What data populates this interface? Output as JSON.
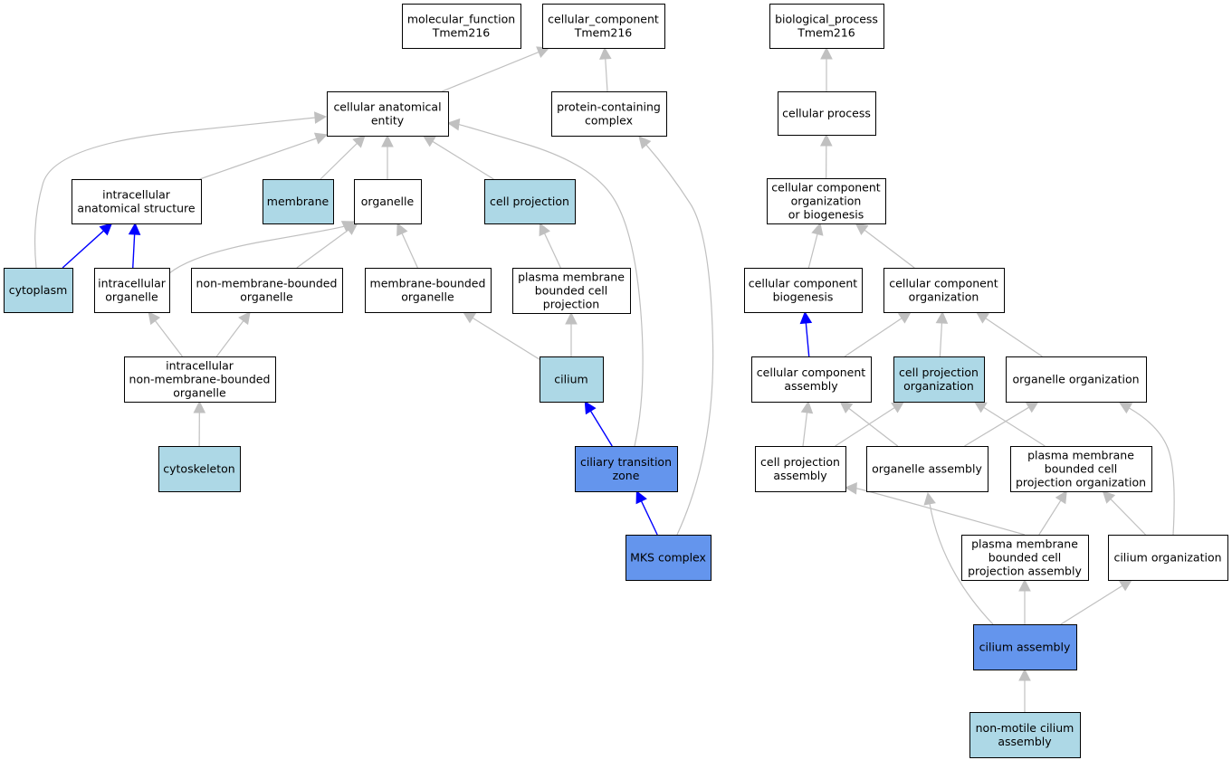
{
  "colors": {
    "plain": "#ffffff",
    "ancestor_annotated": "#add8e6",
    "direct_annotation": "#6495ed",
    "gray_edge": "#c0c0c0",
    "blue_edge": "#0000ff"
  },
  "nodes": {
    "mf_root": {
      "lines": [
        "molecular_function",
        "Tmem216"
      ],
      "style": "plain"
    },
    "cc_root": {
      "lines": [
        "cellular_component",
        "Tmem216"
      ],
      "style": "plain"
    },
    "bp_root": {
      "lines": [
        "biological_process",
        "Tmem216"
      ],
      "style": "plain"
    },
    "cell_anat_entity": {
      "lines": [
        "cellular anatomical",
        "entity"
      ],
      "style": "plain"
    },
    "protein_complex": {
      "lines": [
        "protein-containing",
        "complex"
      ],
      "style": "plain"
    },
    "cellular_process": {
      "lines": [
        "cellular process"
      ],
      "style": "plain"
    },
    "intracellular_anat": {
      "lines": [
        "intracellular",
        "anatomical structure"
      ],
      "style": "plain"
    },
    "membrane": {
      "lines": [
        "membrane"
      ],
      "style": "ancestor_annotated"
    },
    "organelle": {
      "lines": [
        "organelle"
      ],
      "style": "plain"
    },
    "cell_projection": {
      "lines": [
        "cell projection"
      ],
      "style": "ancestor_annotated"
    },
    "cc_org_biogenesis": {
      "lines": [
        "cellular component",
        "organization",
        "or biogenesis"
      ],
      "style": "plain"
    },
    "cytoplasm": {
      "lines": [
        "cytoplasm"
      ],
      "style": "ancestor_annotated"
    },
    "intracellular_organelle": {
      "lines": [
        "intracellular",
        "organelle"
      ],
      "style": "plain"
    },
    "non_membrane_bounded": {
      "lines": [
        "non-membrane-bounded",
        "organelle"
      ],
      "style": "plain"
    },
    "membrane_bounded": {
      "lines": [
        "membrane-bounded",
        "organelle"
      ],
      "style": "plain"
    },
    "pm_bounded_projection": {
      "lines": [
        "plasma membrane",
        "bounded cell",
        "projection"
      ],
      "style": "plain"
    },
    "cc_biogenesis": {
      "lines": [
        "cellular component",
        "biogenesis"
      ],
      "style": "plain"
    },
    "cc_organization": {
      "lines": [
        "cellular component",
        "organization"
      ],
      "style": "plain"
    },
    "intracellular_nmb": {
      "lines": [
        "intracellular",
        "non-membrane-bounded",
        "organelle"
      ],
      "style": "plain"
    },
    "cilium": {
      "lines": [
        "cilium"
      ],
      "style": "ancestor_annotated"
    },
    "cc_assembly": {
      "lines": [
        "cellular component",
        "assembly"
      ],
      "style": "plain"
    },
    "cell_projection_org": {
      "lines": [
        "cell projection",
        "organization"
      ],
      "style": "ancestor_annotated"
    },
    "organelle_org": {
      "lines": [
        "organelle organization"
      ],
      "style": "plain"
    },
    "cytoskeleton": {
      "lines": [
        "cytoskeleton"
      ],
      "style": "ancestor_annotated"
    },
    "ciliary_tz": {
      "lines": [
        "ciliary transition",
        "zone"
      ],
      "style": "direct_annotation"
    },
    "cell_projection_assembly": {
      "lines": [
        "cell projection",
        "assembly"
      ],
      "style": "plain"
    },
    "organelle_assembly": {
      "lines": [
        "organelle assembly"
      ],
      "style": "plain"
    },
    "pm_projection_org": {
      "lines": [
        "plasma membrane",
        "bounded cell",
        "projection organization"
      ],
      "style": "plain"
    },
    "mks_complex": {
      "lines": [
        "MKS complex"
      ],
      "style": "direct_annotation"
    },
    "pm_projection_assembly": {
      "lines": [
        "plasma membrane",
        "bounded cell",
        "projection assembly"
      ],
      "style": "plain"
    },
    "cilium_org": {
      "lines": [
        "cilium organization"
      ],
      "style": "plain"
    },
    "cilium_assembly": {
      "lines": [
        "cilium assembly"
      ],
      "style": "direct_annotation"
    },
    "non_motile_cilium_assembly": {
      "lines": [
        "non-motile cilium",
        "assembly"
      ],
      "style": "ancestor_annotated"
    }
  },
  "edges": [
    {
      "from": "cell_anat_entity",
      "to": "cc_root",
      "color": "gray"
    },
    {
      "from": "protein_complex",
      "to": "cc_root",
      "color": "gray"
    },
    {
      "from": "cellular_process",
      "to": "bp_root",
      "color": "gray"
    },
    {
      "from": "intracellular_anat",
      "to": "cell_anat_entity",
      "color": "gray"
    },
    {
      "from": "membrane",
      "to": "cell_anat_entity",
      "color": "gray"
    },
    {
      "from": "organelle",
      "to": "cell_anat_entity",
      "color": "gray"
    },
    {
      "from": "cell_projection",
      "to": "cell_anat_entity",
      "color": "gray"
    },
    {
      "from": "cytoplasm",
      "to": "cell_anat_entity",
      "color": "gray"
    },
    {
      "from": "ciliary_tz",
      "to": "cell_anat_entity",
      "color": "gray"
    },
    {
      "from": "mks_complex",
      "to": "protein_complex",
      "color": "gray"
    },
    {
      "from": "cc_org_biogenesis",
      "to": "cellular_process",
      "color": "gray"
    },
    {
      "from": "cytoplasm",
      "to": "intracellular_anat",
      "color": "blue"
    },
    {
      "from": "intracellular_organelle",
      "to": "intracellular_anat",
      "color": "blue"
    },
    {
      "from": "intracellular_organelle",
      "to": "organelle",
      "color": "gray"
    },
    {
      "from": "non_membrane_bounded",
      "to": "organelle",
      "color": "gray"
    },
    {
      "from": "membrane_bounded",
      "to": "organelle",
      "color": "gray"
    },
    {
      "from": "pm_bounded_projection",
      "to": "cell_projection",
      "color": "gray"
    },
    {
      "from": "cc_biogenesis",
      "to": "cc_org_biogenesis",
      "color": "gray"
    },
    {
      "from": "cc_organization",
      "to": "cc_org_biogenesis",
      "color": "gray"
    },
    {
      "from": "intracellular_nmb",
      "to": "intracellular_organelle",
      "color": "gray"
    },
    {
      "from": "intracellular_nmb",
      "to": "non_membrane_bounded",
      "color": "gray"
    },
    {
      "from": "cilium",
      "to": "membrane_bounded",
      "color": "gray"
    },
    {
      "from": "cilium",
      "to": "pm_bounded_projection",
      "color": "gray"
    },
    {
      "from": "cc_assembly",
      "to": "cc_biogenesis",
      "color": "blue"
    },
    {
      "from": "cc_assembly",
      "to": "cc_organization",
      "color": "gray"
    },
    {
      "from": "cell_projection_org",
      "to": "cc_organization",
      "color": "gray"
    },
    {
      "from": "organelle_org",
      "to": "cc_organization",
      "color": "gray"
    },
    {
      "from": "cytoskeleton",
      "to": "intracellular_nmb",
      "color": "gray"
    },
    {
      "from": "ciliary_tz",
      "to": "cilium",
      "color": "blue"
    },
    {
      "from": "mks_complex",
      "to": "ciliary_tz",
      "color": "blue"
    },
    {
      "from": "cell_projection_assembly",
      "to": "cc_assembly",
      "color": "gray"
    },
    {
      "from": "cell_projection_assembly",
      "to": "cell_projection_org",
      "color": "gray"
    },
    {
      "from": "organelle_assembly",
      "to": "cc_assembly",
      "color": "gray"
    },
    {
      "from": "organelle_assembly",
      "to": "organelle_org",
      "color": "gray"
    },
    {
      "from": "pm_projection_org",
      "to": "cell_projection_org",
      "color": "gray"
    },
    {
      "from": "pm_projection_assembly",
      "to": "cell_projection_assembly",
      "color": "gray"
    },
    {
      "from": "pm_projection_assembly",
      "to": "pm_projection_org",
      "color": "gray"
    },
    {
      "from": "cilium_org",
      "to": "pm_projection_org",
      "color": "gray"
    },
    {
      "from": "cilium_org",
      "to": "organelle_org",
      "color": "gray"
    },
    {
      "from": "cilium_assembly",
      "to": "organelle_assembly",
      "color": "gray"
    },
    {
      "from": "cilium_assembly",
      "to": "pm_projection_assembly",
      "color": "gray"
    },
    {
      "from": "cilium_assembly",
      "to": "cilium_org",
      "color": "gray"
    },
    {
      "from": "non_motile_cilium_assembly",
      "to": "cilium_assembly",
      "color": "gray"
    }
  ]
}
